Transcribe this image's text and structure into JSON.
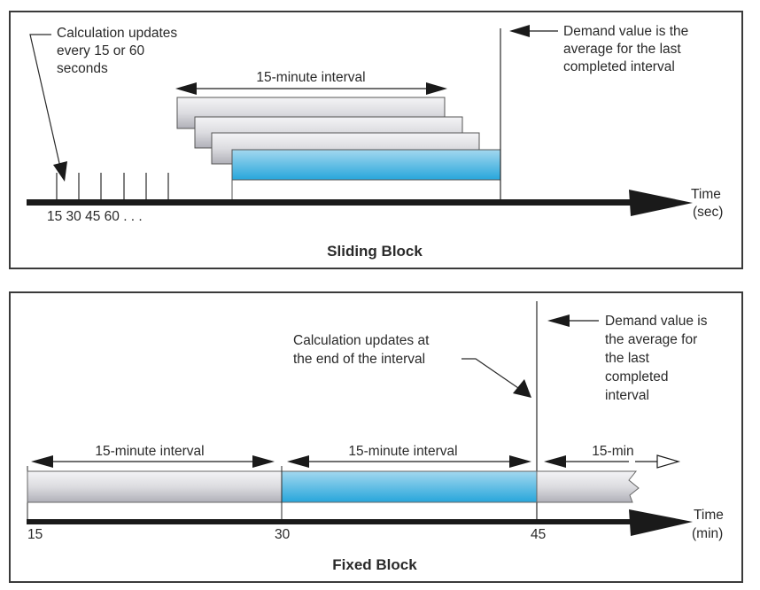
{
  "colors": {
    "frame": "#3a3a3a",
    "axis": "#1a1a1a",
    "active_block_top": "#9fd6ee",
    "active_block_bottom": "#2aa8dc",
    "gray_block_top": "#f2f2f4",
    "gray_block_bottom": "#b4b4bc"
  },
  "sliding": {
    "title": "Sliding Block",
    "update_note": [
      "Calculation updates",
      "every 15 or 60",
      "seconds"
    ],
    "interval_label": "15-minute interval",
    "demand_note": [
      "Demand value is the",
      "average for the last",
      "completed interval"
    ],
    "tick_labels": "15 30 45 60 . . .",
    "axis_label": [
      "Time",
      "(sec)"
    ],
    "tick_count": 6,
    "stacked_blocks": 4
  },
  "fixed": {
    "title": "Fixed Block",
    "update_note": [
      "Calculation updates at",
      "the end of the interval"
    ],
    "demand_note": [
      "Demand value is",
      "the average for",
      "the last",
      "completed",
      "interval"
    ],
    "interval_labels": [
      "15-minute interval",
      "15-minute interval",
      "15-min"
    ],
    "tick_labels": [
      "15",
      "30",
      "45"
    ],
    "axis_label": [
      "Time",
      "(min)"
    ]
  }
}
